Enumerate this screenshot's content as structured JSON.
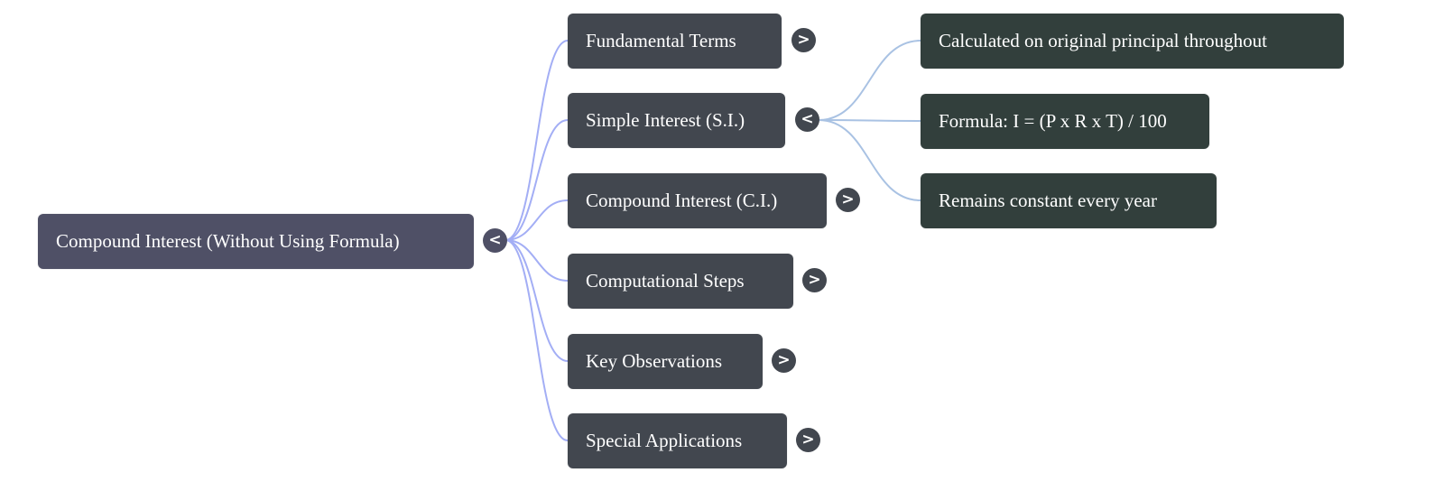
{
  "mindmap": {
    "root": {
      "label": "Compound Interest (Without Using Formula)",
      "toggle": "<",
      "expanded": true
    },
    "children": [
      {
        "label": "Fundamental Terms",
        "toggle": ">",
        "expanded": false
      },
      {
        "label": "Simple Interest (S.I.)",
        "toggle": "<",
        "expanded": true,
        "children": [
          {
            "label": "Calculated on original principal throughout"
          },
          {
            "label": "Formula: I = (P x R x T) / 100"
          },
          {
            "label": "Remains constant every year"
          }
        ]
      },
      {
        "label": "Compound Interest (C.I.)",
        "toggle": ">",
        "expanded": false
      },
      {
        "label": "Computational Steps",
        "toggle": ">",
        "expanded": false
      },
      {
        "label": "Key Observations",
        "toggle": ">",
        "expanded": false
      },
      {
        "label": "Special Applications",
        "toggle": ">",
        "expanded": false
      }
    ]
  },
  "colors": {
    "root_node": "#4f5066",
    "level1_node": "#42474f",
    "level2_node": "#323f3c",
    "root_edge": "#a3aef5",
    "level1_edge": "#a9c2e3"
  }
}
